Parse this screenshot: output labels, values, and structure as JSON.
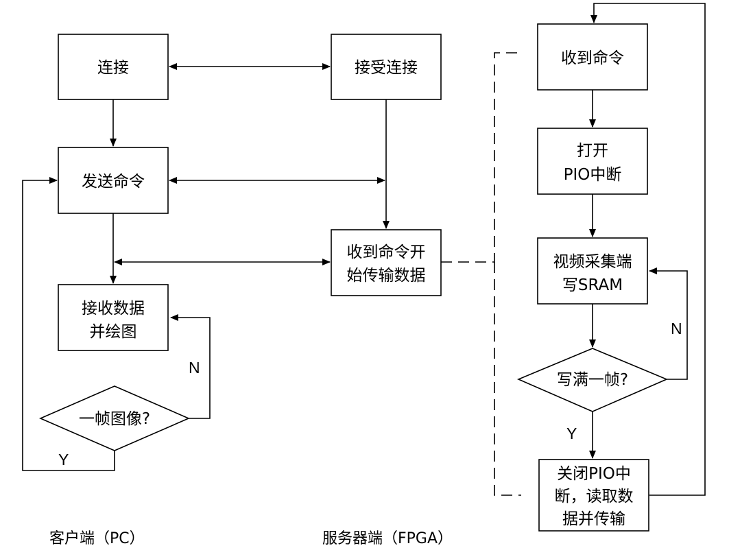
{
  "nodes": {
    "connect": [
      "连接"
    ],
    "accept_connect": [
      "接受连接"
    ],
    "send_command": [
      "发送命令"
    ],
    "recv_start_transfer": [
      "收到命令开",
      "始传输数据"
    ],
    "recv_plot": [
      "接收数据",
      "并绘图"
    ],
    "one_frame_q": [
      "一帧图像?"
    ],
    "fpga_recv_cmd": [
      "收到命令"
    ],
    "open_pio": [
      "打开",
      "PIO中断"
    ],
    "video_write": [
      "视频采集端",
      "写SRAM"
    ],
    "frame_full_q": [
      "写满一帧?"
    ],
    "close_pio": [
      "关闭PIO中",
      "断，读取数",
      "据并传输"
    ]
  },
  "labels": {
    "client_n": "N",
    "client_y": "Y",
    "fpga_n": "N",
    "fpga_y": "Y"
  },
  "captions": {
    "client": "客户端（PC）",
    "server": "服务器端（FPGA）"
  }
}
